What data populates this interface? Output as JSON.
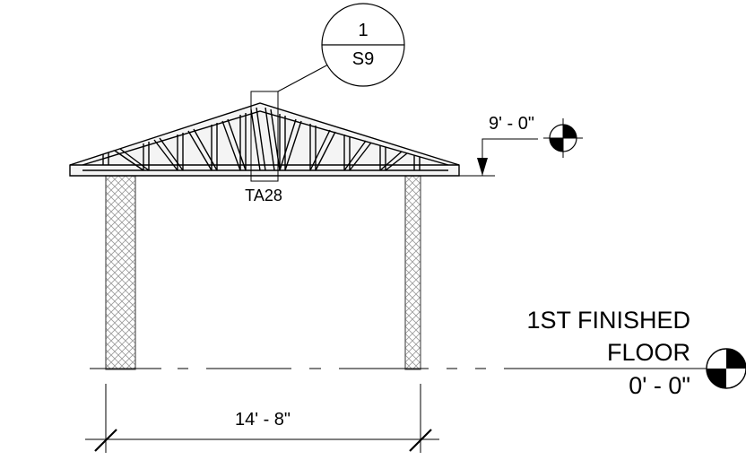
{
  "callout": {
    "number": "1",
    "sheet": "S9"
  },
  "truss_tag": "TA28",
  "top_elevation": {
    "value": "9' - 0\""
  },
  "floor_level": {
    "name_line1": "1ST FINISHED",
    "name_line2": "FLOOR",
    "value": "0' - 0\""
  },
  "span_dimension": "14' - 8\"",
  "colors": {
    "line": "#000000",
    "hatch": "#9a9a9a",
    "truss_fill": "#d0d0d0"
  }
}
